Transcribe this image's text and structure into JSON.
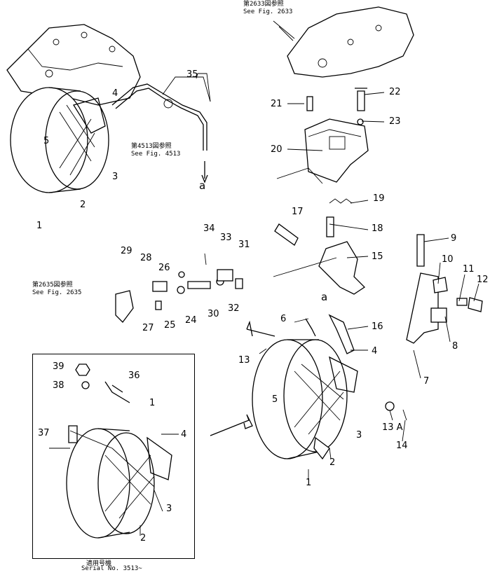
{
  "references": {
    "fig_2633_jp": "第2633図参照",
    "fig_2633_en": "See Fig. 2633",
    "fig_4513_jp": "第4513図参照",
    "fig_4513_en": "See Fig. 4513",
    "fig_2635_jp": "第2635図参照",
    "fig_2635_en": "See Fig. 2635",
    "serial_jp": "適用号機",
    "serial_en": "Serial No. 3513~"
  },
  "callouts": {
    "c1a": "1",
    "c2a": "2",
    "c3a": "3",
    "c4a": "4",
    "c5a": "5",
    "c35": "35",
    "ca1": "a",
    "c21": "21",
    "c22": "22",
    "c23": "23",
    "c20": "20",
    "c19": "19",
    "c17": "17",
    "c18": "18",
    "c34": "34",
    "c33": "33",
    "c31": "31",
    "c15": "15",
    "c9": "9",
    "c10": "10",
    "c11": "11",
    "c12": "12",
    "c29": "29",
    "c28": "28",
    "c26": "26",
    "c27": "27",
    "c25": "25",
    "c24": "24",
    "c30": "30",
    "c32": "32",
    "c6": "6",
    "ca2": "a",
    "c16": "16",
    "c8": "8",
    "c13": "13",
    "c4b": "4",
    "c7": "7",
    "c5b": "5",
    "c3b": "3",
    "c13A": "13 A",
    "c14": "14",
    "c2b": "2",
    "c1b": "1",
    "c39": "39",
    "c36": "36",
    "c38": "38",
    "c1c": "1",
    "c37": "37",
    "c4c": "4",
    "c3c": "3",
    "c2c": "2"
  }
}
